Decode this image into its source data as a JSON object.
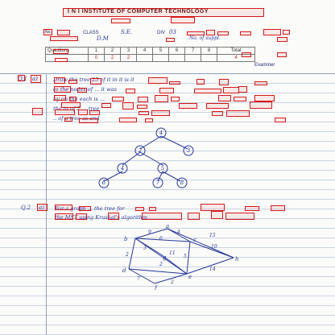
{
  "institute_name": "I N I INSTITUTE OF COMPUTER TECHNOLOGY",
  "header_row": {
    "roll_label": "No.",
    "class_label": "CLASS",
    "class_value": "S.E.",
    "div_label": "DIV",
    "div_value": "03",
    "name_initials": "D.M",
    "supplement_note": "No. of suppl."
  },
  "marks_table": {
    "row_label": "Questions",
    "columns": [
      "1",
      "2",
      "3",
      "4",
      "5",
      "6",
      "7",
      "8",
      "Total"
    ],
    "marks_row": [
      "0",
      "2",
      "2",
      "",
      "",
      "",
      "",
      "",
      "4"
    ],
    "examiner_label": "Examiner"
  },
  "question_1": {
    "number": "Q.1",
    "part": "a)",
    "lines": [
      "Draw the tree  25  of it  in  it  is  it",
      "to  the   nodes  of  ...  it  was",
      "by   on  the  each   is  ...",
      "the  in  of  2  ...  tree",
      "..  of  a  tree  as  and"
    ]
  },
  "tree": {
    "nodes": [
      "4",
      "2",
      "3",
      "4",
      "5",
      "6",
      "7",
      "8"
    ]
  },
  "question_2": {
    "number": "Q.2",
    "part": "a)",
    "lines": [
      "For  a  graph  ...  the  tree  for",
      "the  MST  using  Kruskal's  algorithm"
    ]
  },
  "graph": {
    "vertices": [
      "a",
      "b",
      "c",
      "d",
      "e",
      "f",
      "g",
      "h"
    ],
    "edge_weights": [
      "9",
      "4",
      "15",
      "6",
      "2",
      "3",
      "11",
      "5",
      "10",
      "2",
      "7",
      "2",
      "14"
    ]
  }
}
